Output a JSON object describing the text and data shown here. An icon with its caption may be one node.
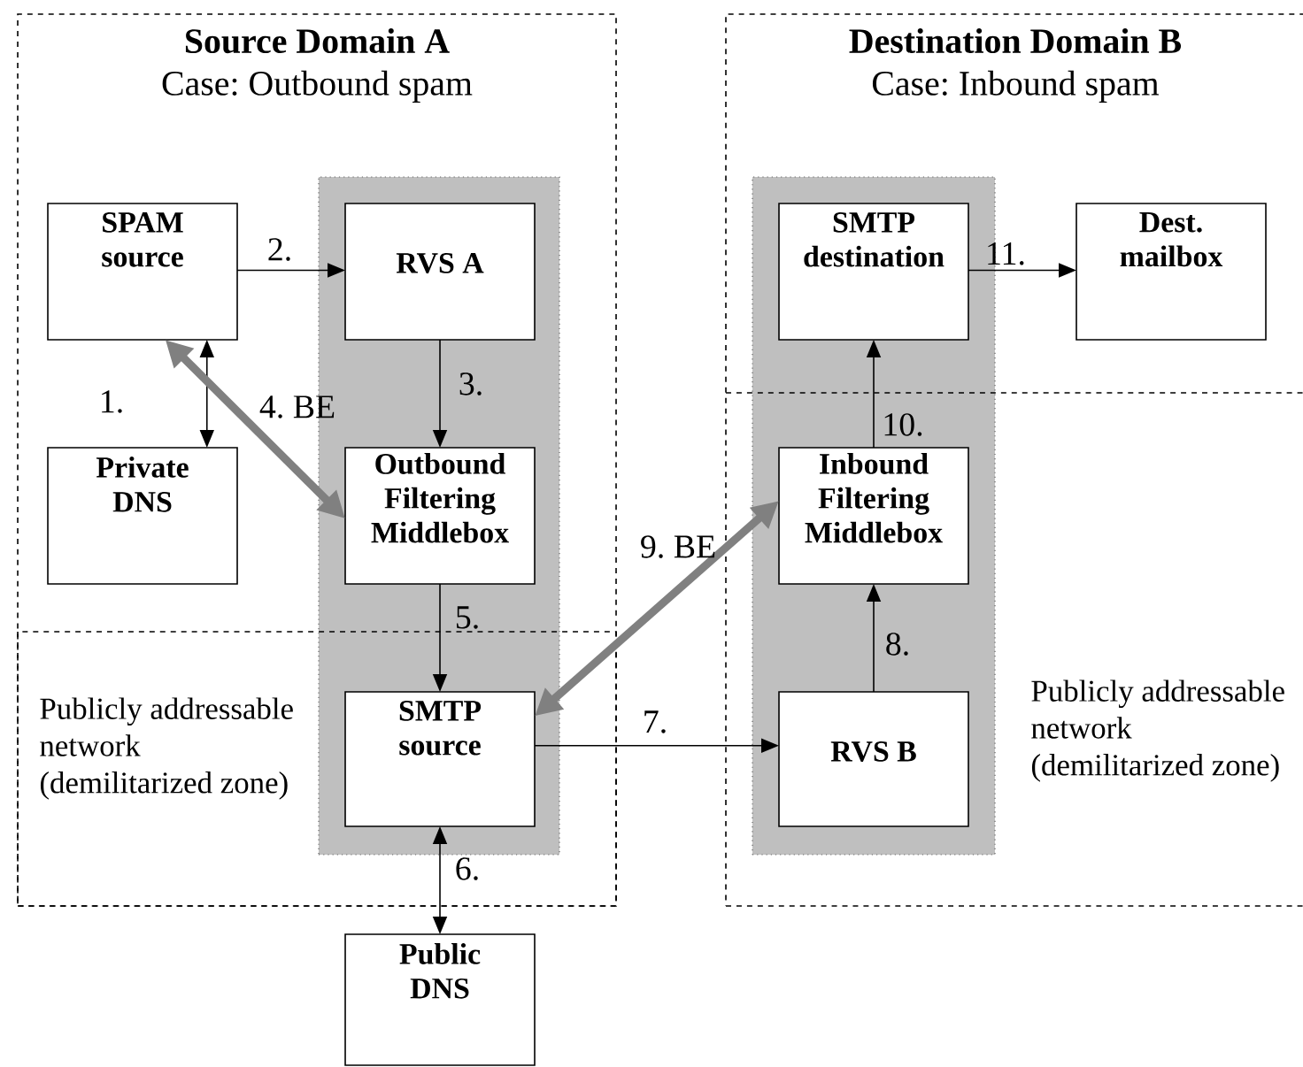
{
  "diagram": {
    "nodes": [
      {
        "text": [
          "Source Domain A",
          "Case: Outbound spam"
        ]
      },
      {
        "text": [],
        "shape": "box",
        "in": 0
      },
      {
        "text": [
          "SPAM source"
        ],
        "in": 0
      },
      {
        "text": [
          "RVS A"
        ],
        "in": 1
      },
      {
        "text": [
          "Private DNS"
        ],
        "in": 0
      },
      {
        "text": [
          "Outbound Filtering Middlebox"
        ],
        "in": 1
      },
      {
        "text": [
          "SMTP source"
        ],
        "in": 1
      },
      {
        "text": [
          "Destination Domain B",
          "Case: Inbound spam"
        ]
      },
      {
        "text": [],
        "shape": "box",
        "in": 7
      },
      {
        "text": [
          "SMTP destination"
        ],
        "in": 8
      },
      {
        "text": [
          "Dest. mailbox"
        ],
        "in": 7
      },
      {
        "text": [
          "Inbound Filtering Middlebox"
        ],
        "in": 8
      },
      {
        "text": [
          "RVS B"
        ],
        "in": 8
      },
      {
        "text": [
          "Public DNS"
        ]
      }
    ],
    "edges": [
      {
        "from": 2,
        "to": 4,
        "arrow": "both",
        "label": "1."
      },
      {
        "from": 2,
        "to": 3,
        "arrow": "to",
        "label": "2."
      },
      {
        "from": 3,
        "to": 5,
        "arrow": "to",
        "label": "3."
      },
      {
        "from": 2,
        "to": 5,
        "arrow": "both",
        "label": "4. BE",
        "style": "thick",
        "color": "#808080"
      },
      {
        "from": 5,
        "to": 6,
        "arrow": "to",
        "label": "5."
      },
      {
        "from": 6,
        "to": 13,
        "arrow": "both",
        "label": "6."
      },
      {
        "from": 6,
        "to": 12,
        "arrow": "to",
        "label": "7."
      },
      {
        "from": 12,
        "to": 11,
        "arrow": "to",
        "label": "8."
      },
      {
        "from": 6,
        "to": 11,
        "arrow": "both",
        "label": "9. BE",
        "style": "thick",
        "color": "#808080"
      },
      {
        "from": 11,
        "to": 9,
        "arrow": "to",
        "label": "10."
      },
      {
        "from": 9,
        "to": 10,
        "arrow": "to",
        "label": "11."
      }
    ],
    "labels": [
      "Publicly addressable network (demilitarized zone)",
      "Publicly addressable network (demilitarized zone)"
    ]
  }
}
